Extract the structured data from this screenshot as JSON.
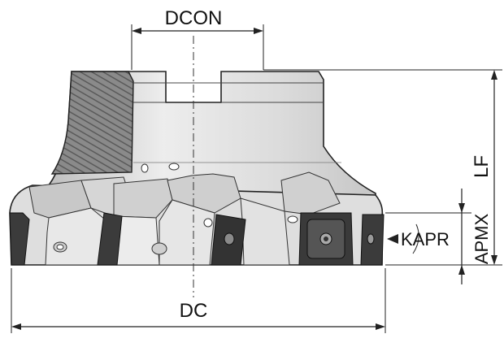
{
  "dimensions": {
    "dcon": "DCON",
    "lf": "LF",
    "apmx": "APMX",
    "kapr": "KAPR",
    "dc": "DC"
  },
  "colors": {
    "body_light": "#e9e9e9",
    "body_mid": "#d2d2d2",
    "body_dark": "#a4a4a4",
    "insert_dark": "#3b3b3b",
    "outline": "#222222"
  }
}
